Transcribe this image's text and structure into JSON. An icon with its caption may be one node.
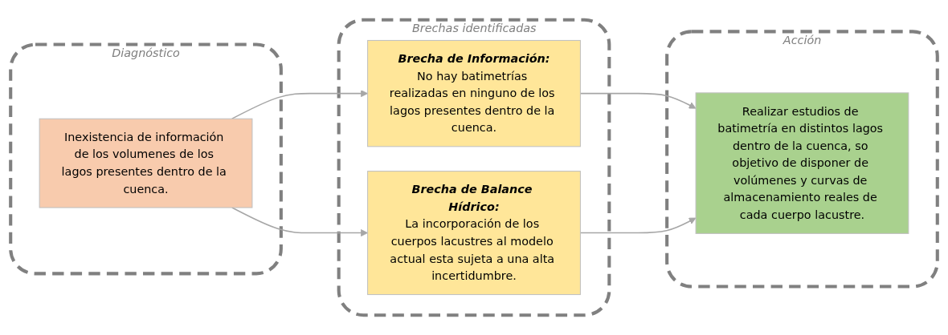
{
  "diagram": {
    "nodes": [
      {
        "text": [
          "Diagnóstico"
        ]
      },
      {
        "text": [
          "Inexistencia de información de los volumenes de los lagos presentes dentro de la cuenca."
        ],
        "in": 0
      },
      {
        "text": [
          "Brechas identificadas"
        ]
      },
      {
        "text": [
          "Brecha de Información:",
          "No hay batimetrías realizadas en ninguno de los lagos presentes dentro de la cuenca."
        ],
        "in": 2
      },
      {
        "text": [
          "Brecha de Balance Hídrico:",
          "La incorporación de los cuerpos lacustres al modelo actual esta sujeta a una alta incertidumbre."
        ],
        "in": 2
      },
      {
        "text": [
          "Acción"
        ]
      },
      {
        "text": [
          "Realizar estudios de batimetría en distintos lagos dentro de la cuenca, so objetivo de disponer de volúmenes y curvas de almacenamiento reales de cada cuerpo lacustre."
        ],
        "in": 5
      }
    ],
    "edges": [
      {
        "from": 1,
        "to": 3,
        "arrow": "to"
      },
      {
        "from": 1,
        "to": 4,
        "arrow": "to"
      },
      {
        "from": 3,
        "to": 6,
        "arrow": "to"
      },
      {
        "from": 4,
        "to": 6,
        "arrow": "to"
      }
    ]
  }
}
